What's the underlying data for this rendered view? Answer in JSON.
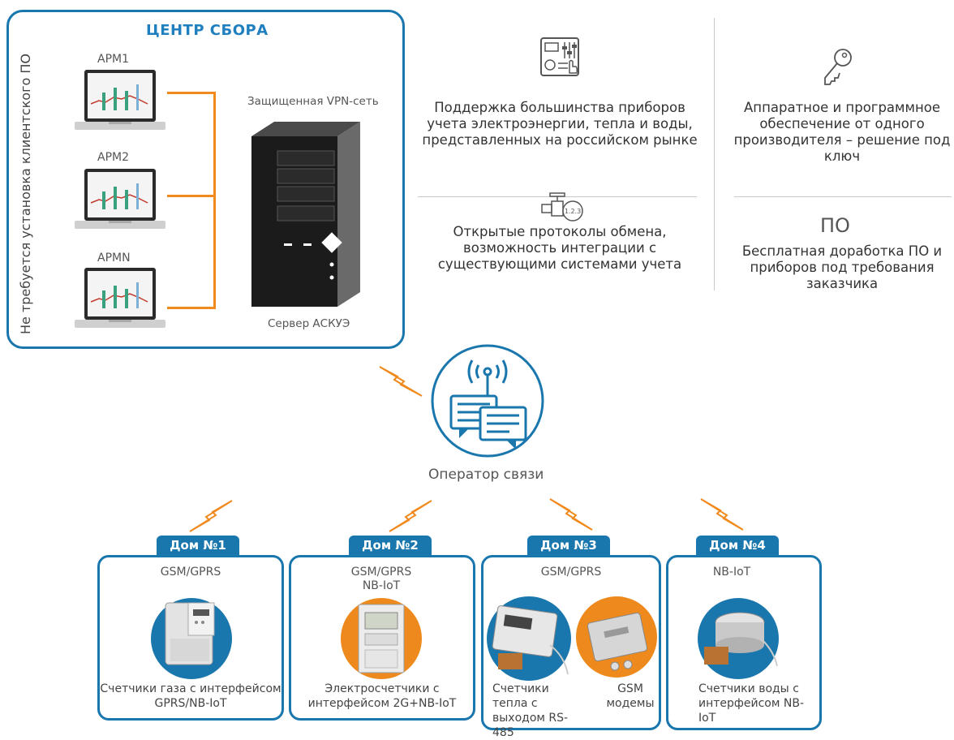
{
  "collection_center": {
    "title": "ЦЕНТР СБОРА",
    "side_note": "Не требуется установка клиентского ПО",
    "workstations": [
      "АРМ1",
      "АРМ2",
      "АРМN"
    ],
    "vpn_label": "Защищенная VPN-сеть",
    "server_label": "Сервер АСКУЭ"
  },
  "features": {
    "support": "Поддержка большинства приборов учета электроэнергии, тепла и воды, представленных на российском рынке",
    "protocols": "Открытые протоколы обмена, возможность интеграции с существующими системами учета",
    "protocol_badge": "1.2.3",
    "hardware": "Аппаратное и программное обеспечение от одного производителя – решение под ключ",
    "software_heading": "ПО",
    "software": "Бесплатная доработка ПО и приборов под требования заказчика"
  },
  "operator": {
    "label": "Оператор связи"
  },
  "houses": [
    {
      "tab": "Дом №1",
      "protocol": "GSM/GPRS",
      "caption": "Счетчики газа с интерфейсом GPRS/NB-IoT",
      "color": "#1a77ae"
    },
    {
      "tab": "Дом №2",
      "protocol": "GSM/GPRS NB-IoT",
      "caption": "Электросчетчики с интерфейсом 2G+NB-IoT",
      "color": "#ee8a1d"
    },
    {
      "tab": "Дом №3",
      "protocol": "GSM/GPRS",
      "caption_a": "Счетчики тепла с выходом RS-485",
      "caption_b": "GSM модемы",
      "color_a": "#1a77ae",
      "color_b": "#ee8a1d"
    },
    {
      "tab": "Дом №4",
      "protocol": "NB-IoT",
      "caption": "Счетчики воды с интерфейсом NB-IoT",
      "color": "#1a77ae"
    }
  ],
  "colors": {
    "accent_blue": "#1a77ae",
    "accent_orange": "#f08a1c"
  }
}
